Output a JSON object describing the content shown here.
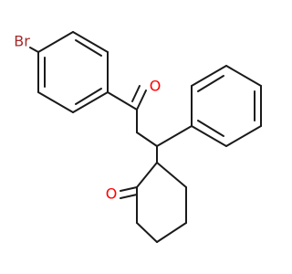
{
  "molecule": {
    "atom_labels": {
      "bromine": "Br",
      "ketone_oxygen": "O",
      "ring_ketone_oxygen": "O"
    },
    "colors": {
      "bond": "#1a1a1a",
      "bromine": "#a52a2a",
      "oxygen": "#ff0000"
    }
  }
}
